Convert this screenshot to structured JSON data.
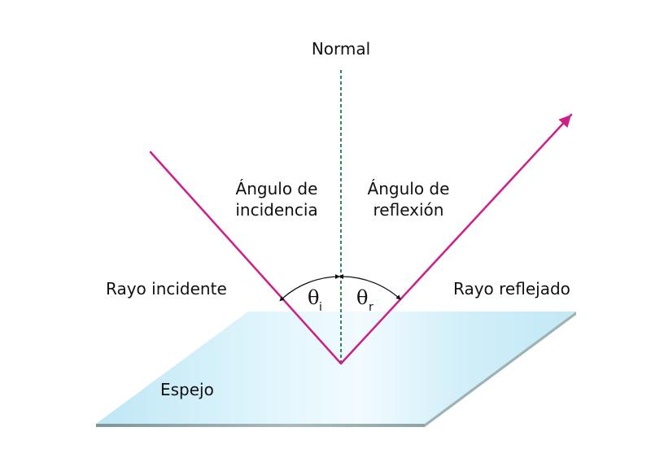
{
  "labels": {
    "normal": "Normal",
    "incidence_line1": "Ángulo de",
    "incidence_line2": "incidencia",
    "reflection_line1": "Ángulo de",
    "reflection_line2": "reflexión",
    "incident_ray": "Rayo incidente",
    "reflected_ray": "Rayo reflejado",
    "mirror": "Espejo",
    "theta": "θ",
    "theta_i_sub": "i",
    "theta_r_sub": "r"
  },
  "colors": {
    "ray": "#cc1f8a",
    "normal_line": "#1f7a4a",
    "mirror_light": "#d6f1fb",
    "mirror_edge": "#8fa6a8",
    "arc": "#111111"
  }
}
